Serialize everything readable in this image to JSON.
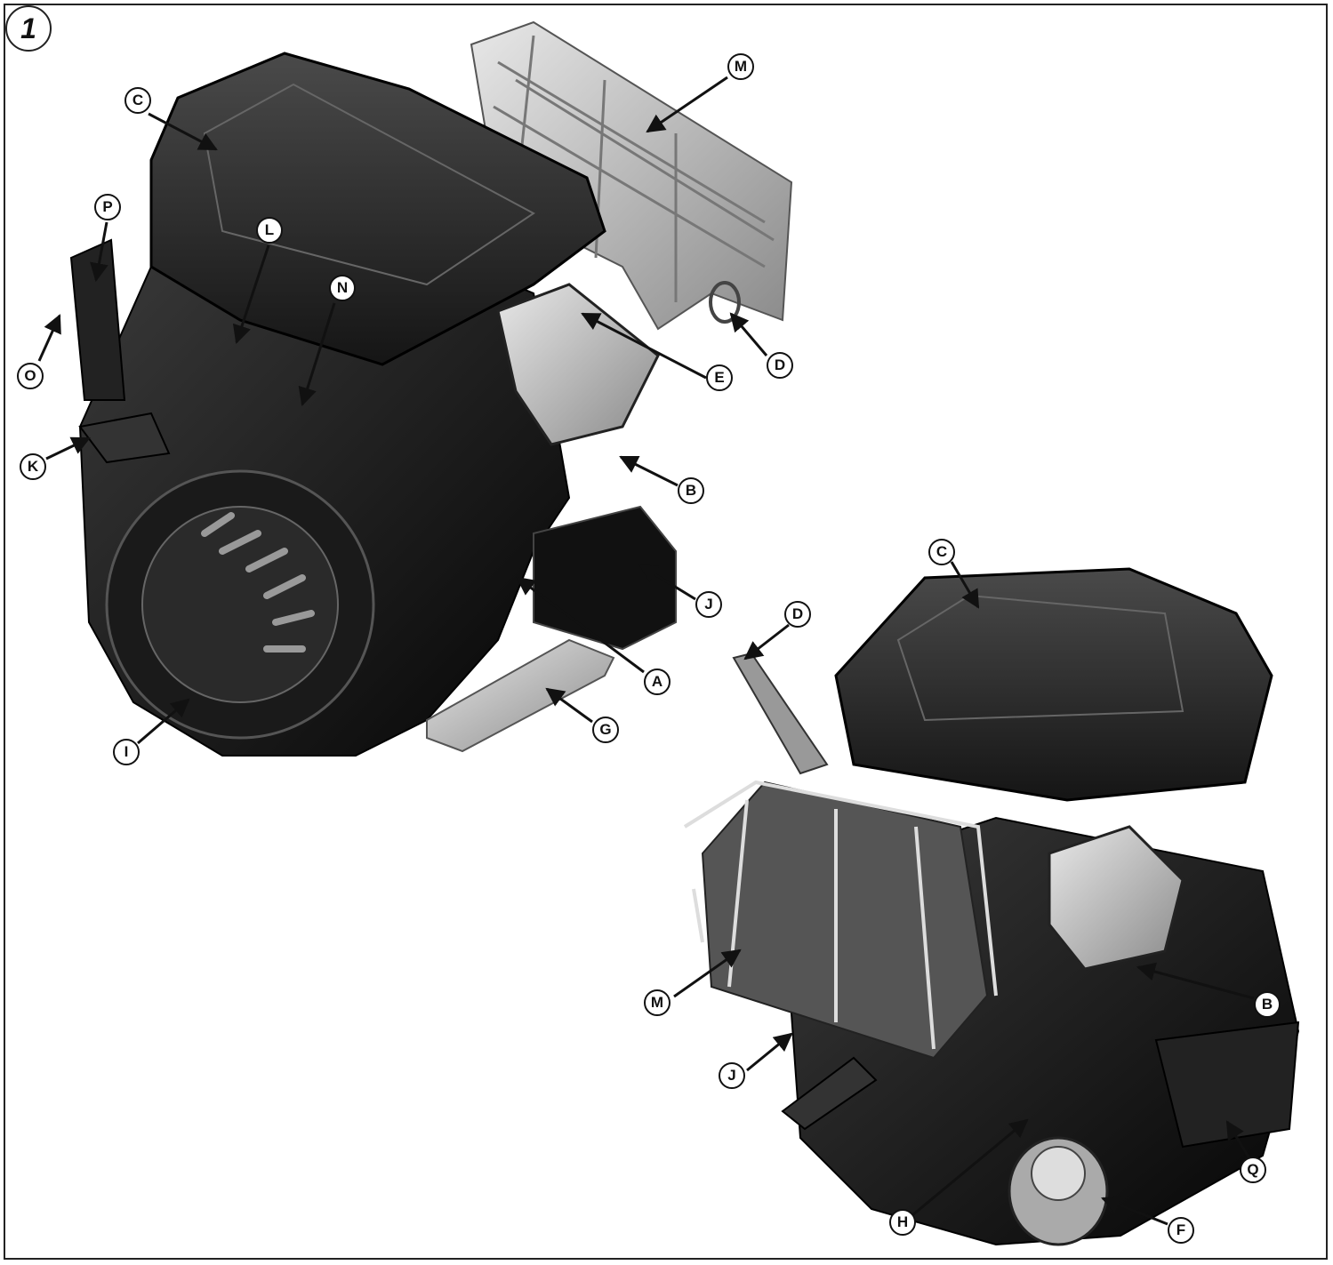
{
  "figure_number": "1",
  "callouts": [
    {
      "id": "c1",
      "letter": "C"
    },
    {
      "id": "c2",
      "letter": "M"
    },
    {
      "id": "c3",
      "letter": "P"
    },
    {
      "id": "c4",
      "letter": "L"
    },
    {
      "id": "c5",
      "letter": "N"
    },
    {
      "id": "c6",
      "letter": "O"
    },
    {
      "id": "c7",
      "letter": "E"
    },
    {
      "id": "c8",
      "letter": "D"
    },
    {
      "id": "c9",
      "letter": "K"
    },
    {
      "id": "c10",
      "letter": "B"
    },
    {
      "id": "c11",
      "letter": "J"
    },
    {
      "id": "c12",
      "letter": "A"
    },
    {
      "id": "c13",
      "letter": "G"
    },
    {
      "id": "c14",
      "letter": "I"
    },
    {
      "id": "c15",
      "letter": "C"
    },
    {
      "id": "c16",
      "letter": "D"
    },
    {
      "id": "c17",
      "letter": "M"
    },
    {
      "id": "c18",
      "letter": "B"
    },
    {
      "id": "c19",
      "letter": "J"
    },
    {
      "id": "c20",
      "letter": "Q"
    },
    {
      "id": "c21",
      "letter": "H"
    },
    {
      "id": "c22",
      "letter": "F"
    }
  ]
}
